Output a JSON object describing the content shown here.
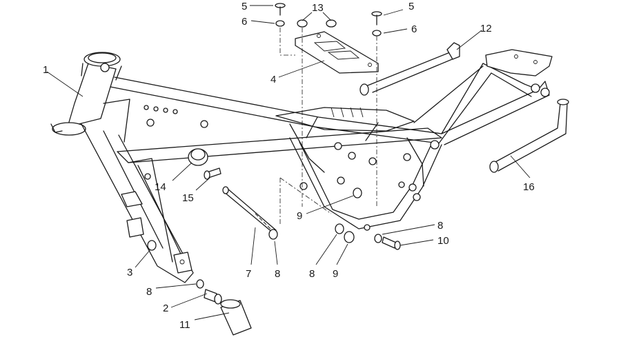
{
  "callouts": {
    "c1": "1",
    "c2": "2",
    "c3": "3",
    "c4": "4",
    "c5a": "5",
    "c5b": "5",
    "c6a": "6",
    "c6b": "6",
    "c7": "7",
    "c8a": "8",
    "c8b": "8",
    "c8c": "8",
    "c8d": "8",
    "c9a": "9",
    "c9b": "9",
    "c10": "10",
    "c11": "11",
    "c12": "12",
    "c13": "13",
    "c14": "14",
    "c15": "15",
    "c16": "16"
  }
}
